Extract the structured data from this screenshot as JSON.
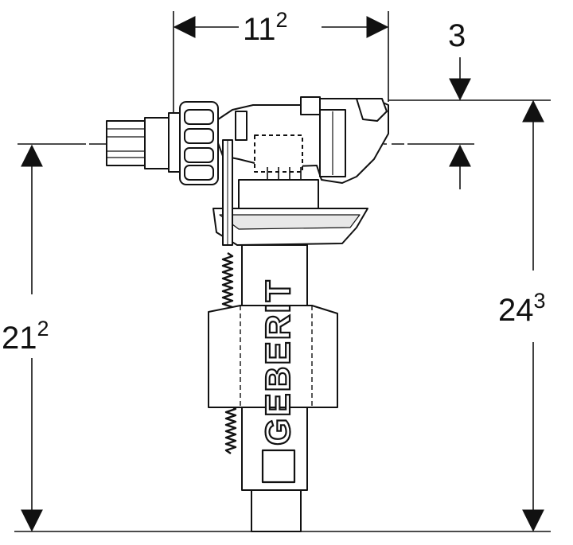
{
  "dimensions": {
    "top_width": {
      "main": "11",
      "sup": "2"
    },
    "top_offset": {
      "main": "3",
      "sup": ""
    },
    "left_height": {
      "main": "21",
      "sup": "2"
    },
    "right_height": {
      "main": "24",
      "sup": "3"
    }
  },
  "brand": {
    "logo_text": "GEBERIT"
  },
  "colors": {
    "line": "#111111",
    "body_fill": "#ffffff",
    "shade": "#e8e8e8"
  },
  "icons": {
    "product": "fill-valve-technical-drawing"
  }
}
